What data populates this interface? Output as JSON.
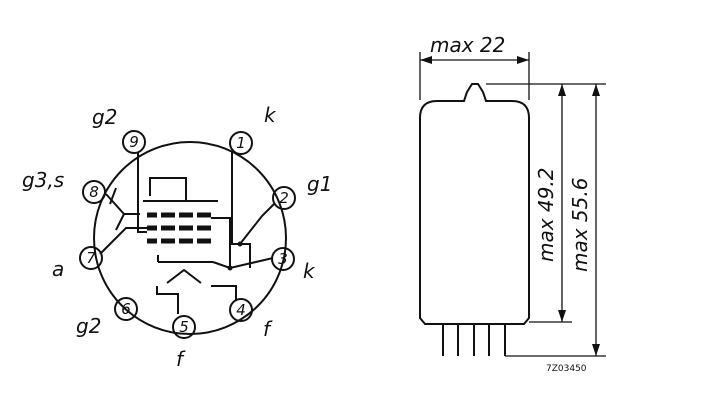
{
  "base_diagram": {
    "pins": [
      {
        "number": "1",
        "label": "k"
      },
      {
        "number": "2",
        "label": "g1"
      },
      {
        "number": "3",
        "label": "k"
      },
      {
        "number": "4",
        "label": "f"
      },
      {
        "number": "5",
        "label": "f"
      },
      {
        "number": "6",
        "label": "g2"
      },
      {
        "number": "7",
        "label": "a"
      },
      {
        "number": "8",
        "label": "g3,s"
      },
      {
        "number": "9",
        "label": "g2"
      }
    ]
  },
  "outline_drawing": {
    "width_label": "max 22",
    "body_height_label": "max 49.2",
    "overall_height_label": "max 55.6",
    "drawing_code": "7Z03450"
  }
}
